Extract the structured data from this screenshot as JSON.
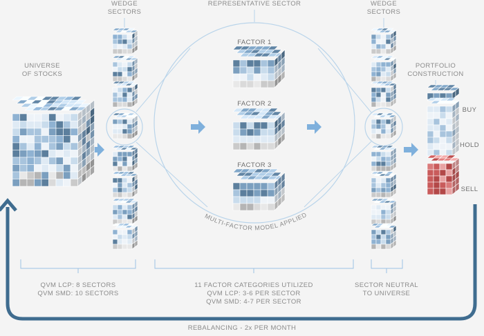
{
  "labels": {
    "universe": [
      "UNIVERSE",
      "OF STOCKS"
    ],
    "wedge_sectors_left": [
      "WEDGE",
      "SECTORS"
    ],
    "representative_sector": "REPRESENTATIVE SECTOR",
    "wedge_sectors_right": [
      "WEDGE",
      "SECTORS"
    ],
    "portfolio_construction": [
      "PORTFOLIO",
      "CONSTRUCTION"
    ],
    "factor_1": "FACTOR 1",
    "factor_2": "FACTOR 2",
    "factor_3": "FACTOR 3",
    "multi_factor": "MULTI-FACTOR MODEL APPLIED",
    "buy": "BUY",
    "hold": "HOLD",
    "sell": "SELL",
    "footer_left": [
      "QVM LCP: 8 SECTORS",
      "QVM SMD: 10 SECTORS"
    ],
    "footer_middle": [
      "11 FACTOR CATEGORIES UTILIZED",
      "QVM LCP: 3-6 PER SECTOR",
      "QVM SMD: 4-7 PER SECTOR"
    ],
    "footer_right": [
      "SECTOR NEUTRAL",
      "TO UNIVERSE"
    ],
    "rebalancing": "REBALANCING - 2x PER MONTH"
  },
  "colors": {
    "line": "#b9d4ea",
    "arrow": "#7fb0dc",
    "loop": "#3f6c8f",
    "bracket": "#9cc2e3",
    "sell": "#c85a5a",
    "cube_dark": "#5c7f9d",
    "cube_light": "#d3e3f1",
    "cube_grey": "#c2c2c2"
  }
}
